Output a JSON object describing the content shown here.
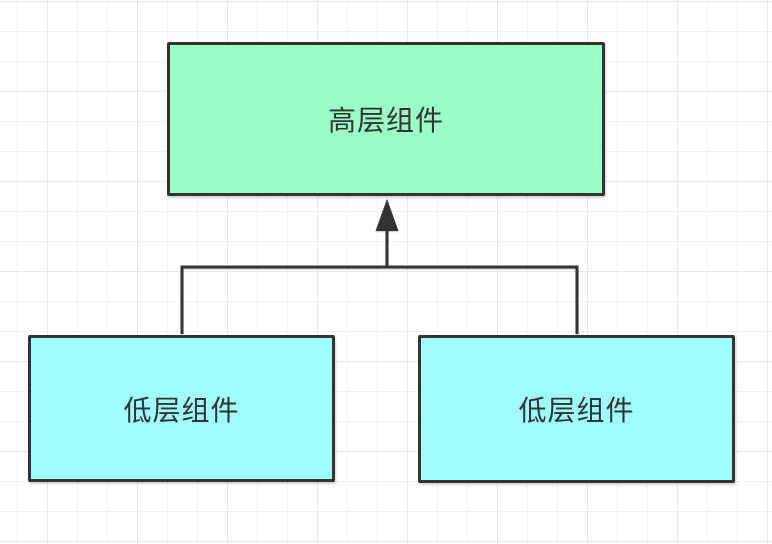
{
  "diagram": {
    "nodes": [
      {
        "label": "高层组件",
        "fill": "#9BFEC6"
      },
      {
        "label": "低层组件",
        "fill": "#9FFEFE"
      },
      {
        "label": "低层组件",
        "fill": "#9FFEFE"
      }
    ],
    "edges": [
      {
        "from": "低层组件 (left)",
        "to": "高层组件",
        "style": "elbow",
        "arrowhead": "filled-triangle-up"
      },
      {
        "from": "低层组件 (right)",
        "to": "高层组件",
        "style": "elbow",
        "arrowhead": "filled-triangle-up"
      }
    ],
    "colors": {
      "node_border": "#333333",
      "edge_stroke": "#333333",
      "text": "#333333",
      "fill_green": "#9BFEC6",
      "fill_cyan": "#9FFEFE",
      "canvas_background": "#ffffff",
      "grid_line_minor": "#f2f2f2",
      "grid_line_major": "#e9e9e9"
    }
  }
}
